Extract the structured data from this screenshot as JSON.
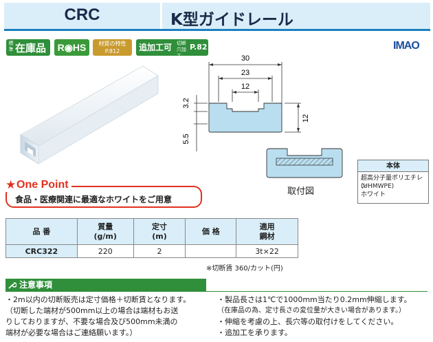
{
  "header": {
    "code": "CRC",
    "title": "K型ガイドレール"
  },
  "badges": {
    "stock_small": "標準",
    "stock_big": "在庫品",
    "rohs": "R◉HS",
    "material_line1": "材質の特性",
    "material_line2": "P.812",
    "add": "追加工可",
    "add_small": "切断穴加工",
    "add_page": "P.82"
  },
  "logo": "IMAO",
  "one_point": {
    "star": "★",
    "title": "One Point",
    "text": "食品・医療関連に最適なホワイトをご用意"
  },
  "drawing": {
    "dim_30": "30",
    "dim_23": "23",
    "dim_12": "12",
    "dim_32": "3.2",
    "dim_12v": "12",
    "dim_55": "5.5",
    "fig_label": "取付図"
  },
  "material": {
    "header": "本体",
    "line1": "超高分子量ポリエチレン",
    "line2": "(UHMWPE)",
    "line3": "ホワイト"
  },
  "spec_table": {
    "headers": [
      "品 番",
      "質量\n(g/m)",
      "定寸\n(m)",
      "価 格",
      "適用\n鋼材"
    ],
    "rows": [
      [
        "CRC322",
        "220",
        "2",
        "",
        "3t×22"
      ]
    ]
  },
  "cut_note": "※切断賃 360/カット(円)",
  "caution": {
    "title": "注意事項",
    "left": [
      "・2m以内の切断販売は定寸価格＋切断賃となります。",
      "（切断した端材が500mm以上の場合は端材もお送",
      "りしておりますが、不要な場合及び500mm未満の",
      "端材が必要な場合はご連絡願います。）"
    ],
    "right": [
      "・製品長さは1℃で1000mm当たり0.2mm伸縮します。",
      "（在庫品の為、定寸長さの変位量が大きい場合があります。）",
      "・伸縮を考慮の上、長穴等の取付けをしてください。",
      "・追加工を承ります。"
    ]
  },
  "colors": {
    "accent_blue": "#1a7fc0",
    "header_bg": "#d9eef8",
    "green": "#2f8f3a",
    "red": "#e0301e",
    "gold": "#c99a2e"
  }
}
